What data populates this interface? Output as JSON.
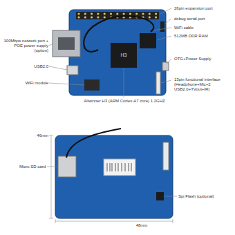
{
  "diagram": {
    "labels": [
      "26pin expansion port",
      "debug serial port",
      "WiFi cable",
      "512MB DDR RAM",
      "OTG+Power Supply",
      "13pin functional interface (Headphone+Mic+2 USB2.0+TVout+IR)",
      "100Mbps network port + POE power supply (option)",
      "USB2.0",
      "WiFi module",
      "Allwinner H3 (ARM Cortex-A7 core) 1.2GHZ",
      "H3",
      "46mm",
      "Micro SD card",
      "48mm",
      "Spi Flash (optional)"
    ]
  }
}
